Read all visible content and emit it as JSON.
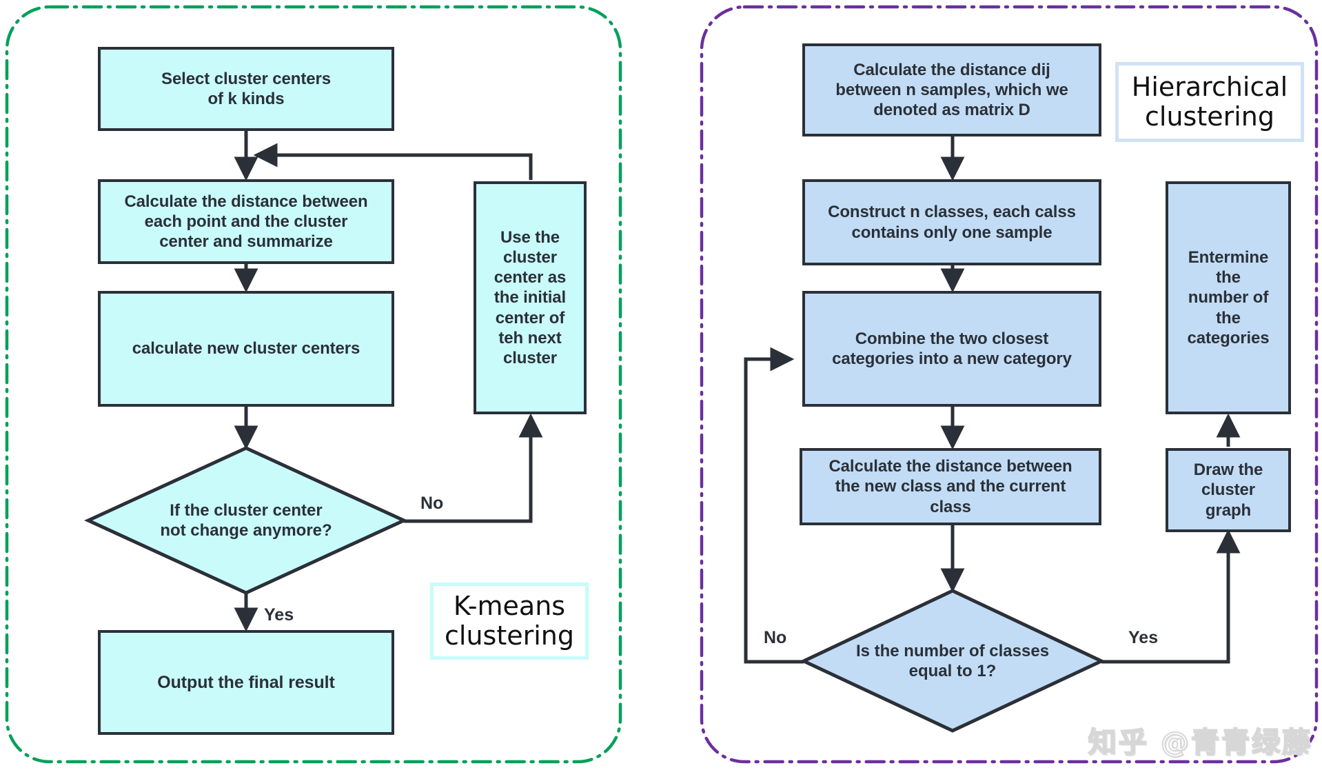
{
  "diagram": {
    "title": "Clustering algorithm flowcharts",
    "colors": {
      "kmeans_node_fill": "#c9fbfb",
      "hierarchical_node_fill": "#c2dcf5",
      "node_stroke": "#2b3038",
      "kmeans_panel_border": "#00a05a",
      "hierarchical_panel_border": "#6b2f9e",
      "text": "#2b3038"
    }
  },
  "kmeans": {
    "panel_label": {
      "line1": "K-means",
      "line2": "clustering"
    },
    "nodes": {
      "select_centers": "Select  cluster centers\nof k kinds",
      "calc_distance": "Calculate the distance between\neach point and the cluster\ncenter and summarize",
      "calc_new_centers": "calculate new cluster centers",
      "decision": "If the cluster center\nnot change anymore?",
      "output": "Output the final result",
      "use_center": "Use the\ncluster\ncenter as\nthe initial\ncenter of\nteh next\ncluster"
    },
    "edge_labels": {
      "no": "No",
      "yes": "Yes"
    }
  },
  "hierarchical": {
    "panel_label": {
      "line1": "Hierarchical",
      "line2": "clustering"
    },
    "nodes": {
      "calc_dij": "Calculate the distance dij\nbetween n samples, which we\ndenoted as matrix D",
      "construct_classes": "Construct n classes, each calss\ncontains only one sample",
      "combine_closest": "Combine the two closest\ncategories into a new category",
      "calc_new_class_distance": "Calculate the distance between\nthe new class and the current\nclass",
      "decision": "Is the number of classes\nequal to 1?",
      "draw_graph": "Draw the\ncluster\ngraph",
      "determine_categories": "Entermine\nthe\nnumber of\nthe\ncategories"
    },
    "edge_labels": {
      "no": "No",
      "yes": "Yes"
    }
  },
  "watermark": {
    "text": "知乎 @青青绿藤"
  }
}
